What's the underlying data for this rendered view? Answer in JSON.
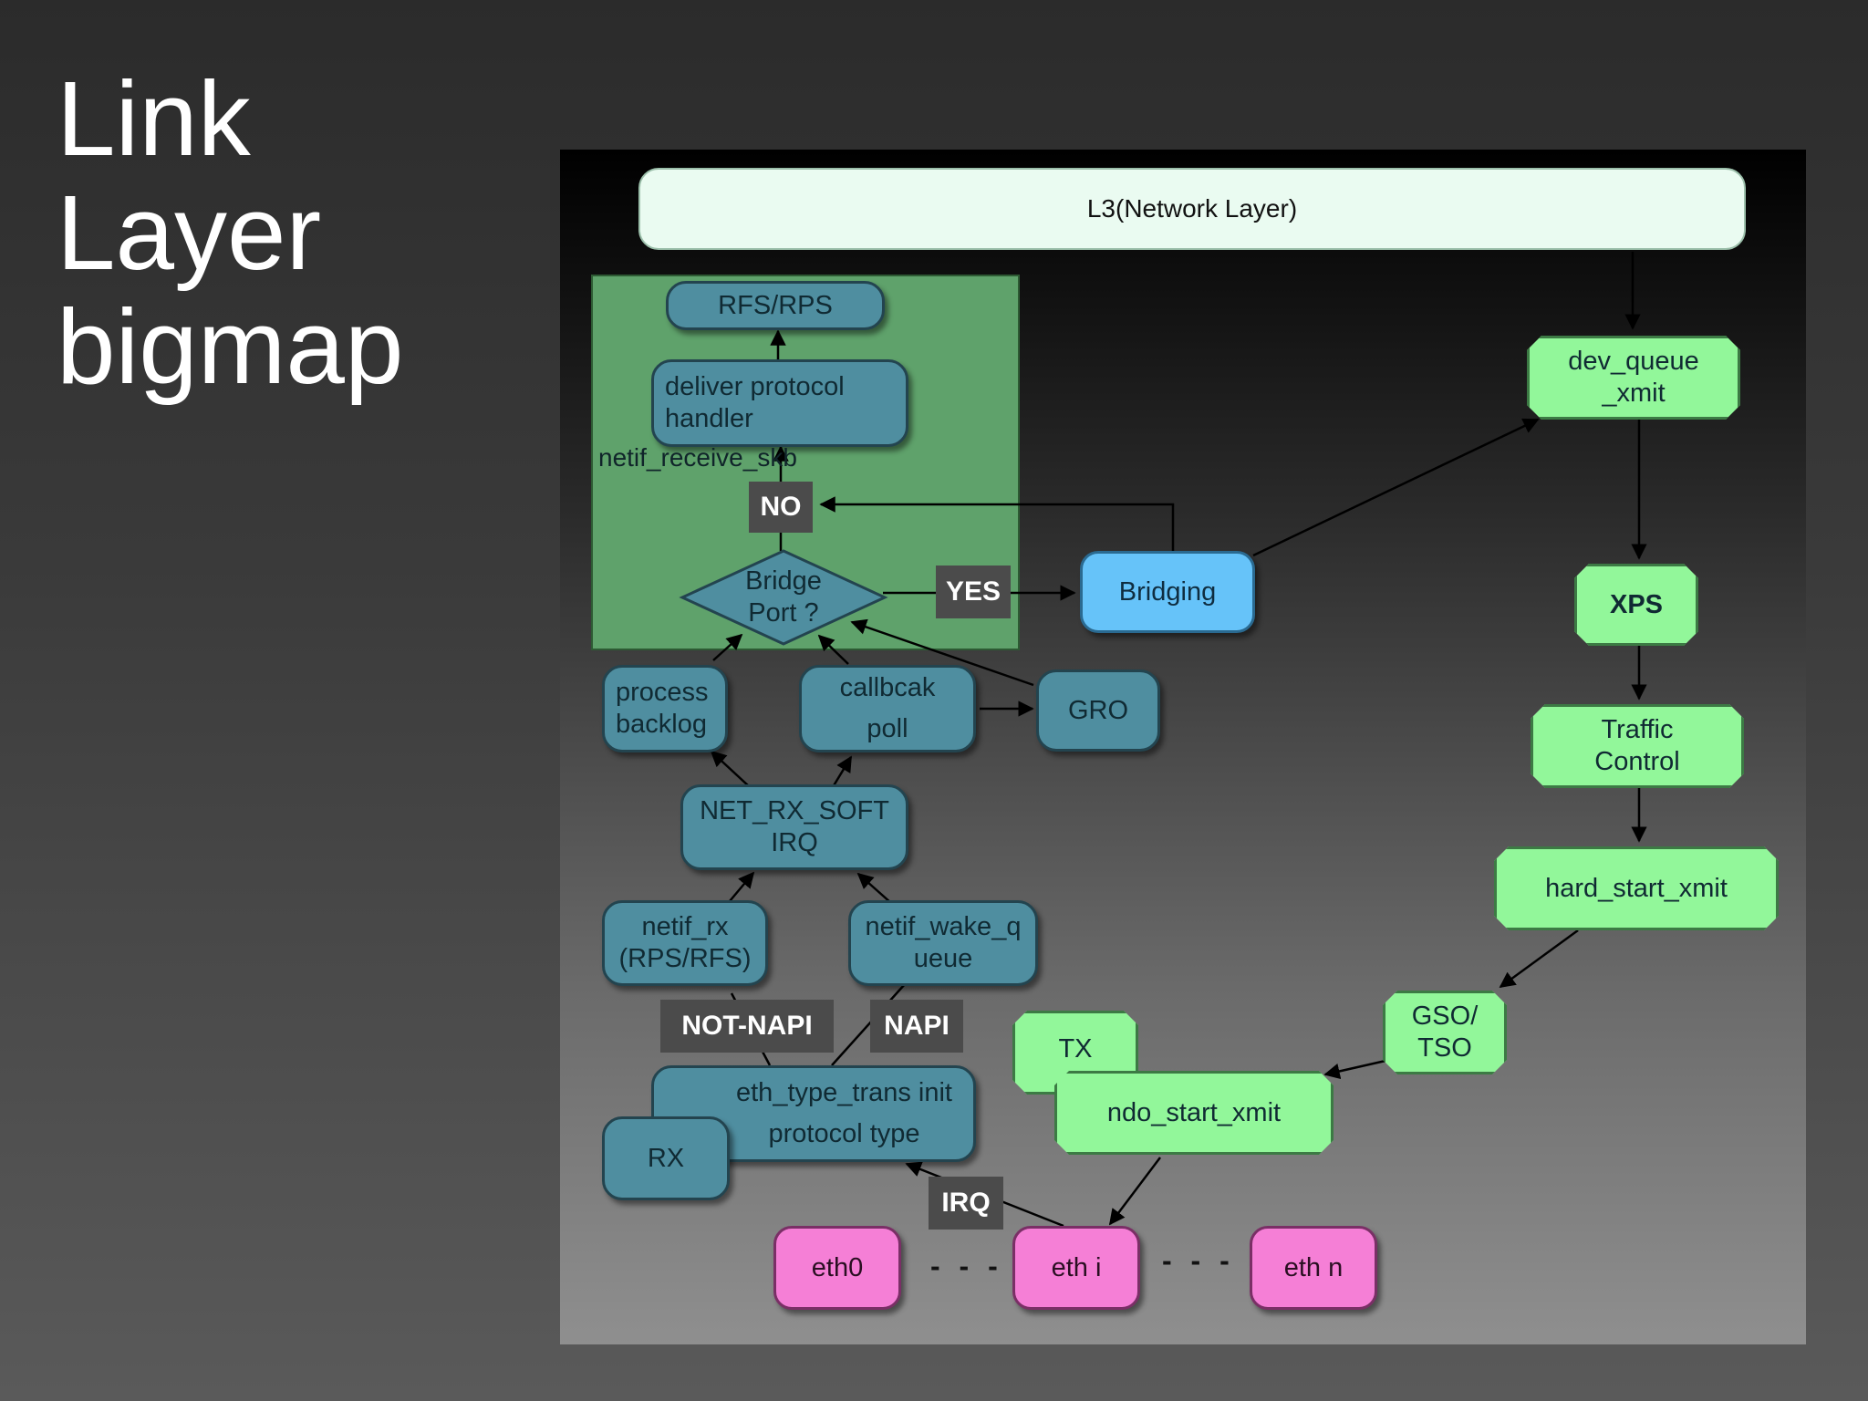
{
  "slide": {
    "title_lines": [
      "Link",
      "Layer",
      "bigmap"
    ]
  },
  "diagram": {
    "l3": "L3(Network Layer)",
    "rfs_rps": "RFS/RPS",
    "deliver": "deliver protocol\nhandler",
    "netif_receive_skb": "netif_receive_skb",
    "no": "NO",
    "bridge_port": "Bridge\nPort ?",
    "yes": "YES",
    "bridging": "Bridging",
    "process_backlog": "process\nbacklog",
    "callback_poll": "callbcak\npoll",
    "gro": "GRO",
    "net_rx_softirq": "NET_RX_SOFT\nIRQ",
    "netif_rx": "netif_rx\n(RPS/RFS)",
    "netif_wake_queue": "netif_wake_q\nueue",
    "not_napi": "NOT-NAPI",
    "napi": "NAPI",
    "eth_type_trans": "eth_type_trans init\nprotocol type",
    "rx": "RX",
    "irq": "IRQ",
    "eth0": "eth0",
    "eth_i": "eth i",
    "eth_n": "eth n",
    "dots": "- - -",
    "dev_queue_xmit": "dev_queue\n_xmit",
    "xps": "XPS",
    "traffic_control": "Traffic\nControl",
    "hard_start_xmit": "hard_start_xmit",
    "gso_tso": "GSO/\nTSO",
    "tx": "TX",
    "ndo_start_xmit": "ndo_start_xmit"
  },
  "colors": {
    "receive_nodes": "#4f8ea0",
    "transmit_nodes": "#92f79a",
    "interfaces": "#f57fd6",
    "bridging": "#66c3f9",
    "receive_zone": "#5fa26b"
  }
}
